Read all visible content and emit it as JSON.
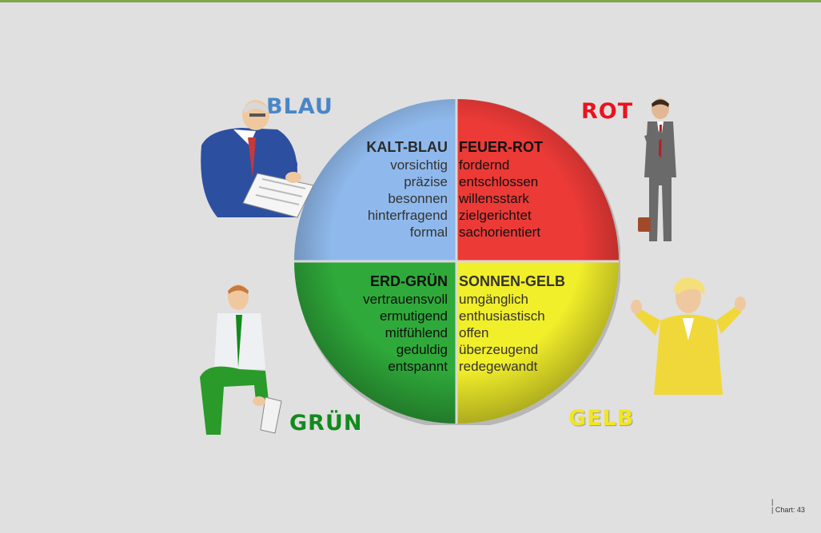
{
  "quadrants": {
    "blau": {
      "corner_label": "BLAU",
      "heading": "KALT-BLAU",
      "traits": [
        "vorsichtig",
        "präzise",
        "besonnen",
        "hinterfragend",
        "formal"
      ],
      "color": "#8fb9ec"
    },
    "rot": {
      "corner_label": "ROT",
      "heading": "FEUER-ROT",
      "traits": [
        "fordernd",
        "entschlossen",
        "willensstark",
        "zielgerichtet",
        "sachorientiert"
      ],
      "color": "#ec3a37"
    },
    "gruen": {
      "corner_label": "GRÜN",
      "heading": "ERD-GRÜN",
      "traits": [
        "vertrauensvoll",
        "ermutigend",
        "mitfühlend",
        "geduldig",
        "entspannt"
      ],
      "color": "#2faa3a"
    },
    "gelb": {
      "corner_label": "GELB",
      "heading": "SONNEN-GELB",
      "traits": [
        "umgänglich",
        "enthusiastisch",
        "offen",
        "überzeugend",
        "redegewandt"
      ],
      "color": "#f1ee2a"
    }
  },
  "footer": {
    "separator": "|",
    "chart_label": "| Chart:  43"
  },
  "icons": [
    "businessman-reading-icon",
    "businessman-watch-icon",
    "man-sitting-icon",
    "woman-gesturing-icon"
  ]
}
